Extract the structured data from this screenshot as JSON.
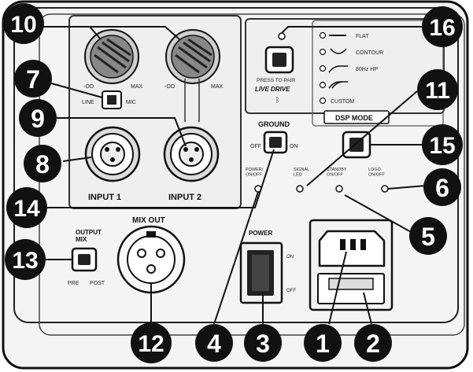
{
  "labels": {
    "input1": "INPUT 1",
    "input2": "INPUT 2",
    "mix_out": "MIX OUT",
    "ground": "GROUND",
    "ground_off": "OFF",
    "ground_on": "ON",
    "power": "POWER",
    "power_on": "ON",
    "power_off": "OFF",
    "output_mix": "OUTPUT\nMIX",
    "output_pre": "PRE",
    "output_post": "POST",
    "knob_min": "-OO",
    "knob_max": "MAX",
    "line": "LINE",
    "mic": "MIC",
    "press_to_pair": "PRESS TO PAIR",
    "live_drive": "LIVE DRIVE",
    "dsp_mode": "DSP MODE",
    "dsp_flat": "FLAT",
    "dsp_contour": "CONTOUR",
    "dsp_hp": "80Hz HP",
    "dsp_custom": "CUSTOM",
    "led_power_on": "POWER/\nON/OFF",
    "led_signal": "SIGNAL\nLED",
    "led_standby": "STANDBY\nON/OFF",
    "led_logo": "LOGO\nON/OFF"
  },
  "callouts": [
    "1",
    "2",
    "3",
    "4",
    "5",
    "6",
    "7",
    "8",
    "9",
    "10",
    "11",
    "12",
    "13",
    "14",
    "15",
    "16"
  ]
}
